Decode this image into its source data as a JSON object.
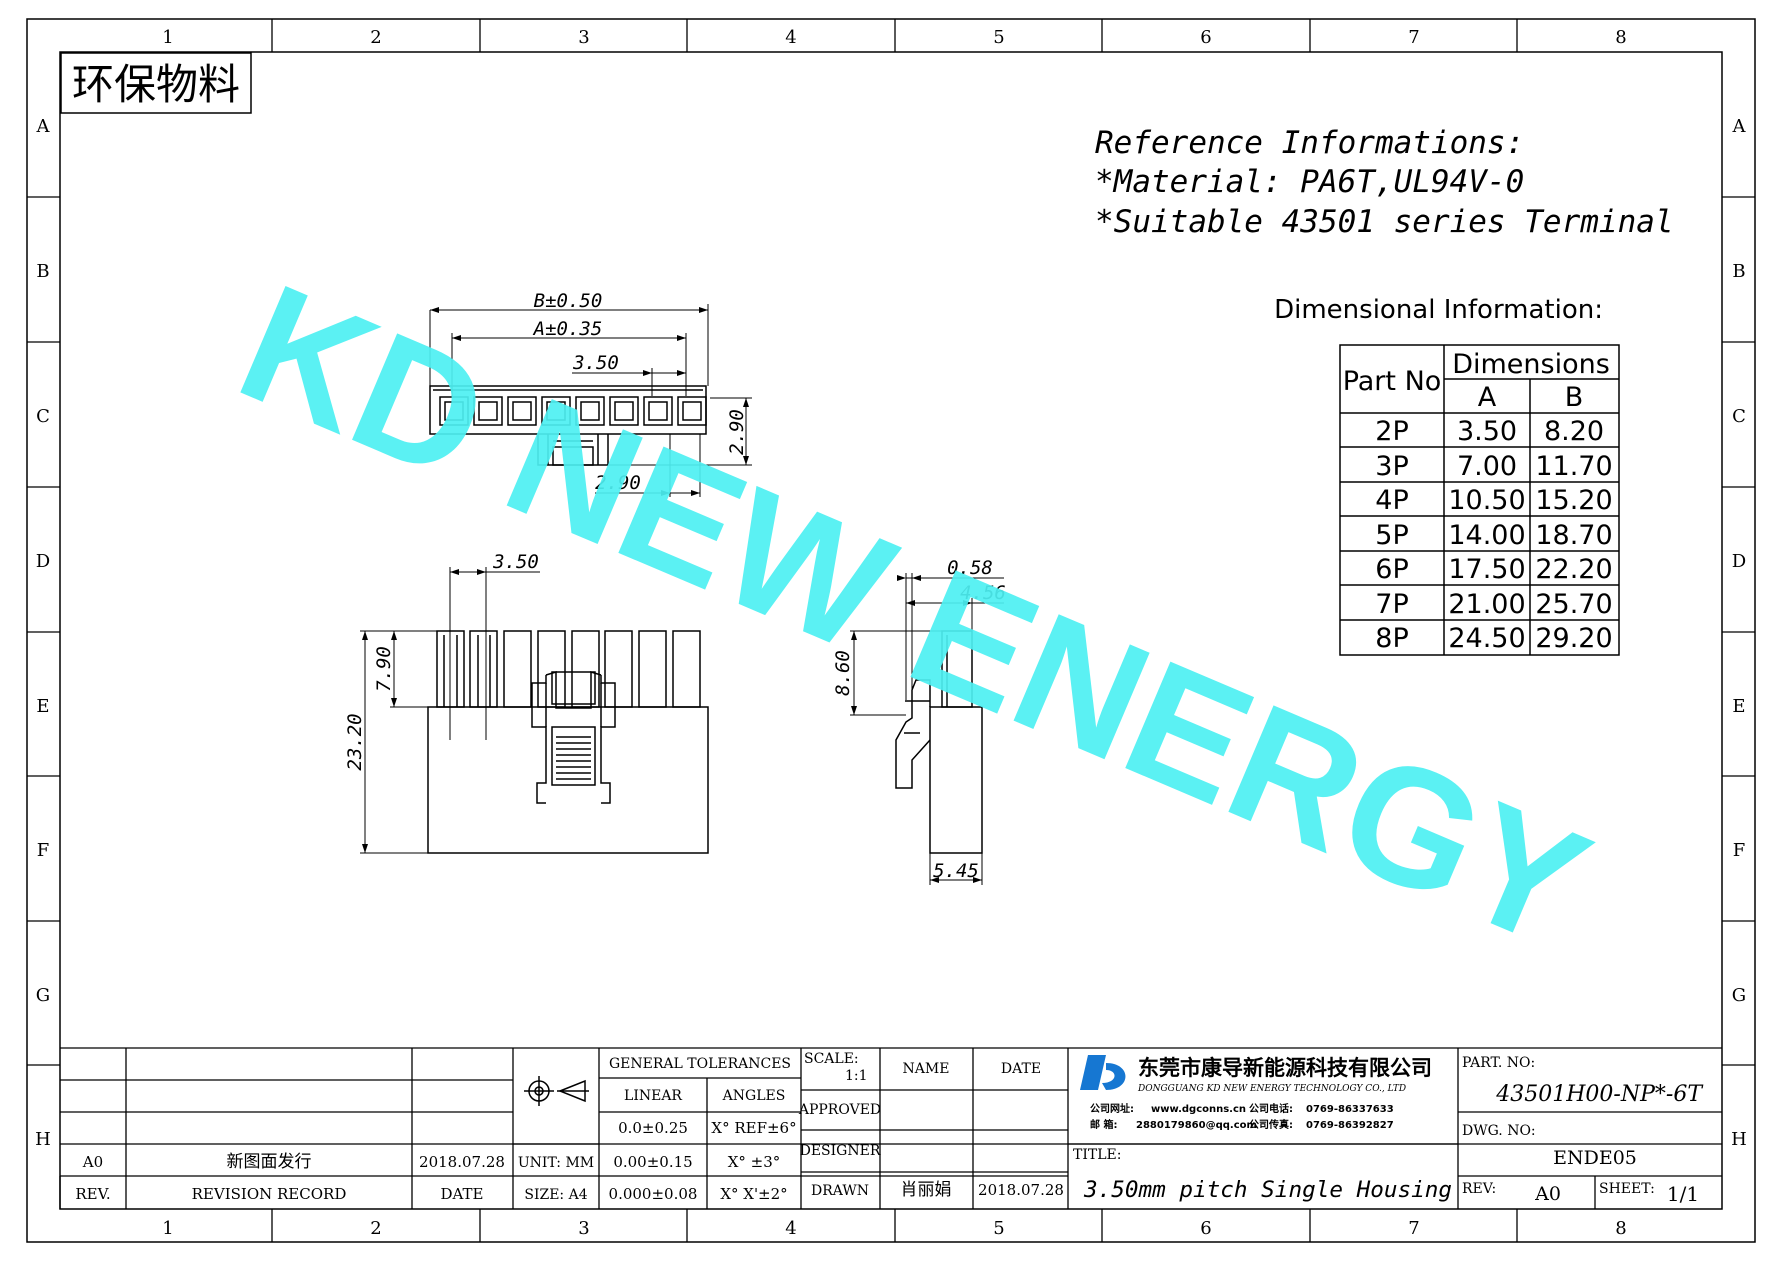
{
  "frame": {
    "columns": [
      "1",
      "2",
      "3",
      "4",
      "5",
      "6",
      "7",
      "8"
    ],
    "rows": [
      "A",
      "B",
      "C",
      "D",
      "E",
      "F",
      "G",
      "H"
    ]
  },
  "eco_label": "环保物料",
  "watermark": "KD NEW ENERGY",
  "reference": {
    "title": "Reference Informations:",
    "material": "*Material: PA6T,UL94V-0",
    "terminal": "*Suitable 43501 series Terminal"
  },
  "dimensional_title": "Dimensional Information:",
  "dim_table": {
    "part_header": "Part No",
    "dims_header": "Dimensions",
    "col_a": "A",
    "col_b": "B",
    "rows": [
      {
        "part": "2P",
        "a": "3.50",
        "b": "8.20"
      },
      {
        "part": "3P",
        "a": "7.00",
        "b": "11.70"
      },
      {
        "part": "4P",
        "a": "10.50",
        "b": "15.20"
      },
      {
        "part": "5P",
        "a": "14.00",
        "b": "18.70"
      },
      {
        "part": "6P",
        "a": "17.50",
        "b": "22.20"
      },
      {
        "part": "7P",
        "a": "21.00",
        "b": "25.70"
      },
      {
        "part": "8P",
        "a": "24.50",
        "b": "29.20"
      }
    ]
  },
  "dims": {
    "b": "B±0.50",
    "a": "A±0.35",
    "pitch_top": "3.50",
    "v_290": "2.90",
    "h_290": "2.90",
    "pitch_front": "3.50",
    "v_790": "7.90",
    "v_2320": "23.20",
    "d_058": "0.58",
    "d_456": "4.56",
    "v_860": "8.60",
    "d_545": "5.45"
  },
  "title_block": {
    "rev_a0": "A0",
    "rev_desc": "新图面发行",
    "rev_date": "2018.07.28",
    "hdr_rev": "REV.",
    "hdr_record": "REVISION RECORD",
    "hdr_date": "DATE",
    "unit": "UNIT: MM",
    "size": "SIZE: A4",
    "general_tol": "GENERAL TOLERANCES",
    "linear": "LINEAR",
    "angles": "ANGLES",
    "lin1": "0.0±0.25",
    "lin2": "0.00±0.15",
    "lin3": "0.000±0.08",
    "ang1": "X° REF±6°",
    "ang2": "X° ±3°",
    "ang3": "X° X'±2°",
    "scale_lbl": "SCALE:",
    "scale_val": "1:1",
    "name": "NAME",
    "date": "DATE",
    "approved": "APPROVED",
    "designer": "DESIGNER",
    "drawn": "DRAWN",
    "drawn_name": "肖丽娟",
    "drawn_date": "2018.07.28",
    "company_cn": "东莞市康导新能源科技有限公司",
    "company_en": "DONGGUANG KD NEW ENERGY TECHNOLOGY CO., LTD",
    "web_lbl": "公司网址:",
    "web": "www.dgconns.cn",
    "tel_lbl": "公司电话:",
    "tel": "0769-86337633",
    "mail_lbl": "邮  箱:",
    "mail": "2880179860@qq.com",
    "fax_lbl": "公司传真:",
    "fax": "0769-86392827",
    "title_lbl": "TITLE:",
    "title": "3.50mm pitch Single Housing",
    "part_lbl": "PART. NO:",
    "part_no": "43501H00-NP*-6T",
    "dwg_lbl": "DWG. NO:",
    "dwg_no": "ENDE05",
    "rev_lbl": "REV:",
    "rev_val": "A0",
    "sheet_lbl": "SHEET:",
    "sheet_val": "1/1"
  },
  "colors": {
    "watermark": "#4ef0f2",
    "logo": "#1677d2"
  }
}
